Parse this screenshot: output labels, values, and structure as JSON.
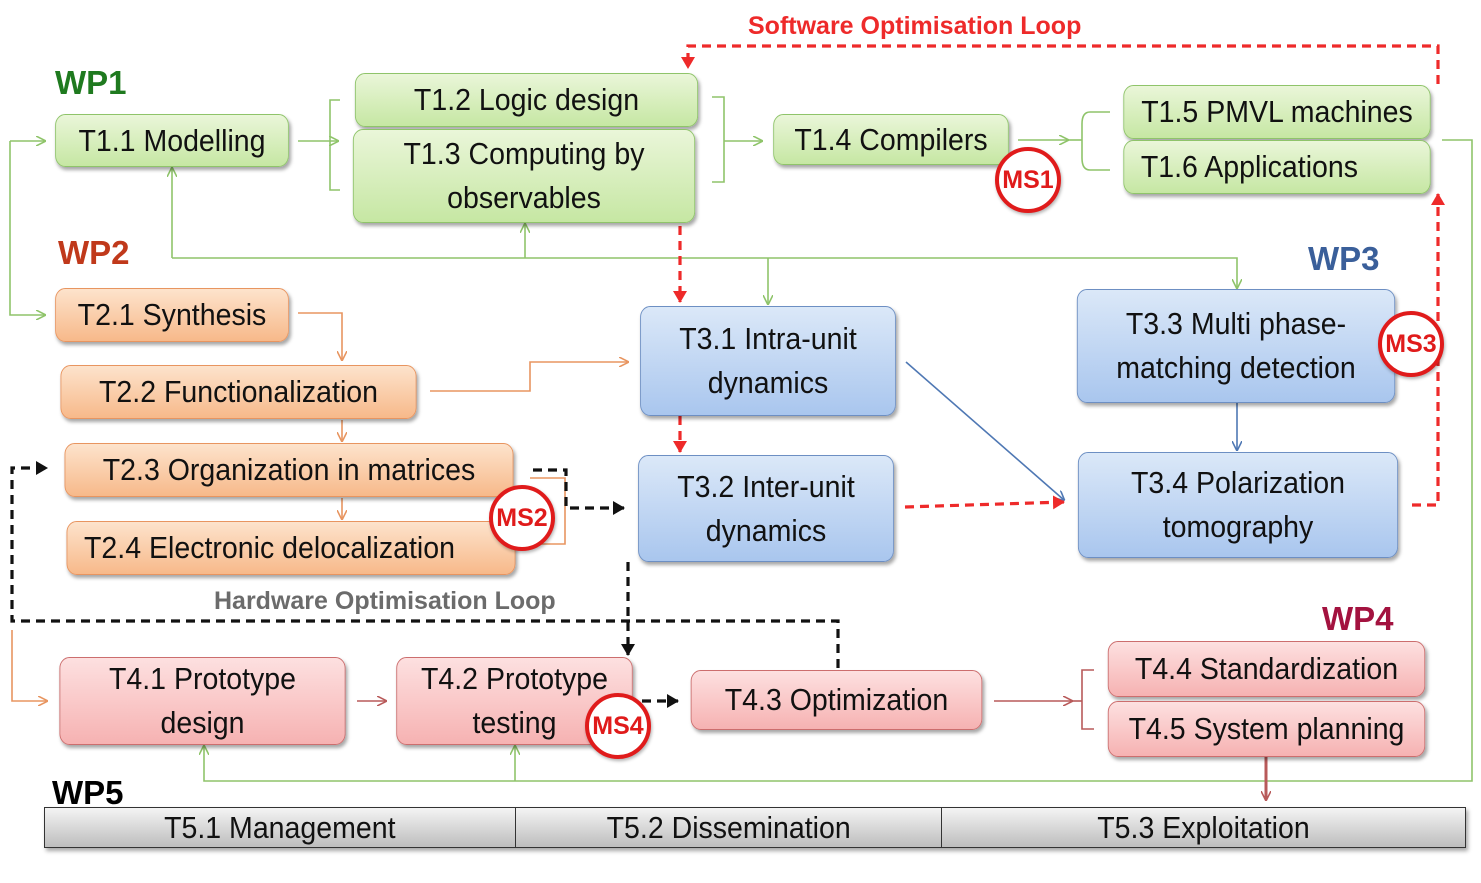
{
  "loops": {
    "software": "Software Optimisation Loop",
    "hardware": "Hardware Optimisation Loop"
  },
  "wp_labels": {
    "wp1": "WP1",
    "wp2": "WP2",
    "wp3": "WP3",
    "wp4": "WP4",
    "wp5": "WP5"
  },
  "wp1": {
    "t11": "T1.1 Modelling",
    "t12": "T1.2 Logic design",
    "t13_line1": "T1.3 Computing by",
    "t13_line2": "observables",
    "t14": "T1.4 Compilers",
    "t15": "T1.5 PMVL machines",
    "t16": "T1.6 Applications"
  },
  "wp2": {
    "t21": "T2.1 Synthesis",
    "t22": "T2.2 Functionalization",
    "t23": "T2.3 Organization in matrices",
    "t24": "T2.4 Electronic delocalization"
  },
  "wp3": {
    "t31_line1": "T3.1 Intra-unit",
    "t31_line2": "dynamics",
    "t32_line1": "T3.2 Inter-unit",
    "t32_line2": "dynamics",
    "t33_line1": "T3.3 Multi phase-",
    "t33_line2": "matching detection",
    "t34_line1": "T3.4 Polarization",
    "t34_line2": "tomography"
  },
  "wp4": {
    "t41_line1": "T4.1 Prototype",
    "t41_line2": "design",
    "t42_line1": "T4.2 Prototype",
    "t42_line2": "testing",
    "t43": "T4.3 Optimization",
    "t44": "T4.4 Standardization",
    "t45": "T4.5 System planning"
  },
  "wp5": {
    "t51": "T5.1 Management",
    "t52": "T5.2 Dissemination",
    "t53": "T5.3 Exploitation"
  },
  "milestones": {
    "ms1": "MS1",
    "ms2": "MS2",
    "ms3": "MS3",
    "ms4": "MS4"
  },
  "colors": {
    "wp1": "#1f7a1f",
    "wp2": "#c0391b",
    "wp3": "#3a5f9a",
    "wp4": "#a3123f",
    "wp5": "#000000",
    "software_loop": "#ee2a2a",
    "hardware_loop": "#6b6b6b",
    "milestone": "#e01b1b"
  }
}
